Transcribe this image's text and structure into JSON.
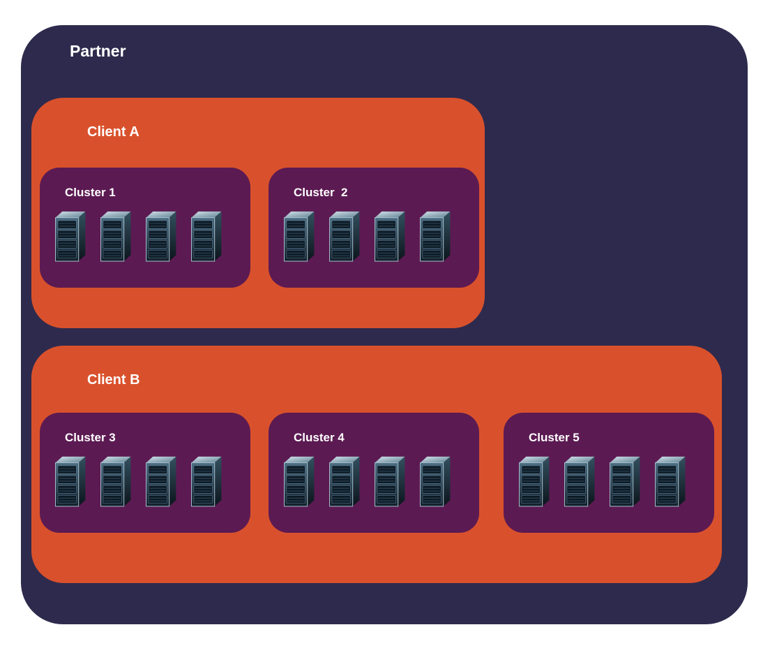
{
  "diagram": {
    "partner": {
      "label": "Partner"
    },
    "clients": [
      {
        "label": "Client A",
        "clusters": [
          {
            "label": "Cluster 1",
            "servers": 4
          },
          {
            "label": "Cluster  2",
            "servers": 4
          }
        ]
      },
      {
        "label": "Client B",
        "clusters": [
          {
            "label": "Cluster 3",
            "servers": 4
          },
          {
            "label": "Cluster 4",
            "servers": 4
          },
          {
            "label": "Cluster 5",
            "servers": 4
          }
        ]
      }
    ],
    "icons": {
      "server_rack": "server-rack-icon"
    },
    "colors": {
      "partner": "#2e2a4d",
      "client": "#d9512c",
      "cluster": "#5c1a52",
      "label": "#ffffff",
      "page_background": "#ffffff"
    }
  }
}
